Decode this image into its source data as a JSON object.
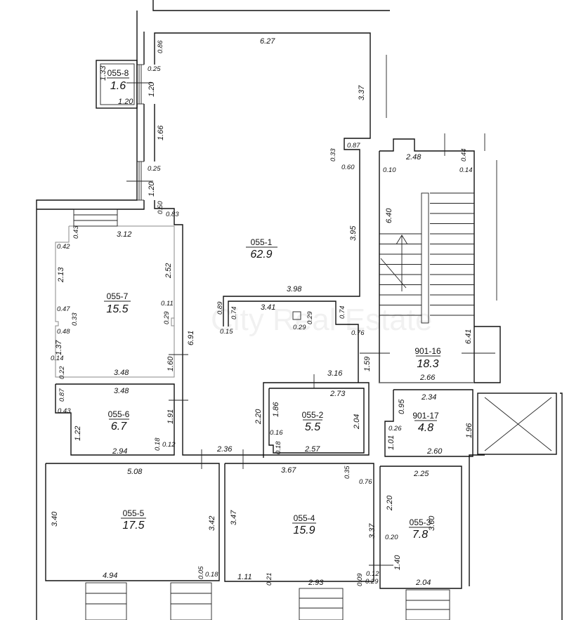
{
  "watermark": "City Real Estate",
  "rooms": [
    {
      "id": "055-1",
      "area": "62.9"
    },
    {
      "id": "055-7",
      "area": "15.5"
    },
    {
      "id": "055-6",
      "area": "6.7"
    },
    {
      "id": "055-2",
      "area": "5.5"
    },
    {
      "id": "901-16",
      "area": "18.3"
    },
    {
      "id": "901-17",
      "area": "4.8"
    },
    {
      "id": "055-5",
      "area": "17.5"
    },
    {
      "id": "055-4",
      "area": "15.9"
    },
    {
      "id": "055-3",
      "area": "7.8"
    },
    {
      "id": "055-8",
      "area": "1.6"
    }
  ],
  "dims": [
    "6.27",
    "0.86",
    "0.25",
    "1.33",
    "1.20",
    "1.20",
    "3.37",
    "1.66",
    "0.87",
    "0.33",
    "0.60",
    "0.25",
    "1.20",
    "0.50",
    "0.83",
    "2.48",
    "0.44",
    "0.10",
    "0.14",
    "6.40",
    "3.12",
    "0.43",
    "0.42",
    "2.52",
    "2.13",
    "3.95",
    "3.98",
    "0.89",
    "0.74",
    "3.41",
    "0.74",
    "0.11",
    "0.29",
    "0.47",
    "0.33",
    "0.29",
    "0.29",
    "0.15",
    "0.76",
    "6.91",
    "0.48",
    "6.41",
    "1.37",
    "0.14",
    "0.22",
    "1.60",
    "1.59",
    "3.48",
    "3.16",
    "2.66",
    "3.48",
    "0.87",
    "2.73",
    "2.34",
    "0.43",
    "1.86",
    "0.95",
    "1.91",
    "2.20",
    "2.04",
    "0.26",
    "1.22",
    "0.16",
    "1.96",
    "1.01",
    "0.18",
    "2.94",
    "0.18",
    "0.12",
    "2.57",
    "2.60",
    "2.36",
    "5.08",
    "3.67",
    "0.35",
    "0.76",
    "2.25",
    "2.20",
    "3.40",
    "3.42",
    "3.47",
    "3.60",
    "3.37",
    "0.20",
    "1.40",
    "4.94",
    "0.05",
    "0.18",
    "1.11",
    "0.21",
    "2.93",
    "0.09",
    "0.12",
    "0.29",
    "2.04"
  ]
}
